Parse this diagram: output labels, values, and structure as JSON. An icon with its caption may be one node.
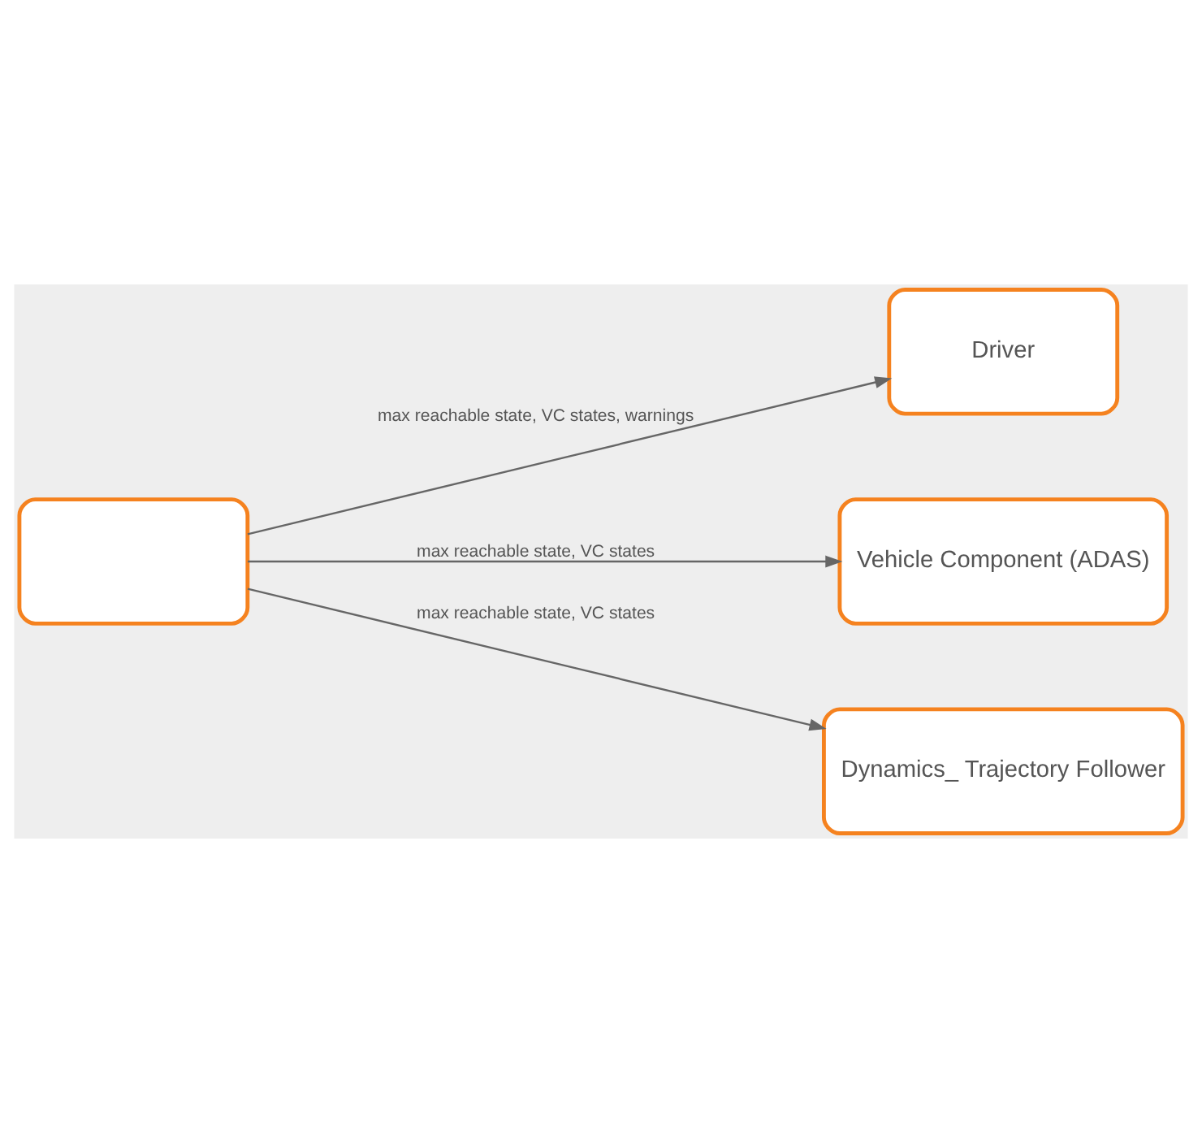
{
  "diagram": {
    "nodes": [
      {
        "text": [],
        "shape": "box"
      },
      {
        "text": [
          "Driver"
        ]
      },
      {
        "text": [
          "Vehicle Component (ADAS)"
        ]
      },
      {
        "text": [
          "Dynamics_ Trajectory Follower"
        ]
      }
    ],
    "edges": [
      {
        "from": 0,
        "to": 1,
        "arrow": "to",
        "label": "max reachable state, VC states, warnings"
      },
      {
        "from": 0,
        "to": 2,
        "arrow": "to",
        "label": "max reachable state, VC states"
      },
      {
        "from": 0,
        "to": 3,
        "arrow": "to",
        "label": "max reachable state, VC states"
      }
    ]
  }
}
